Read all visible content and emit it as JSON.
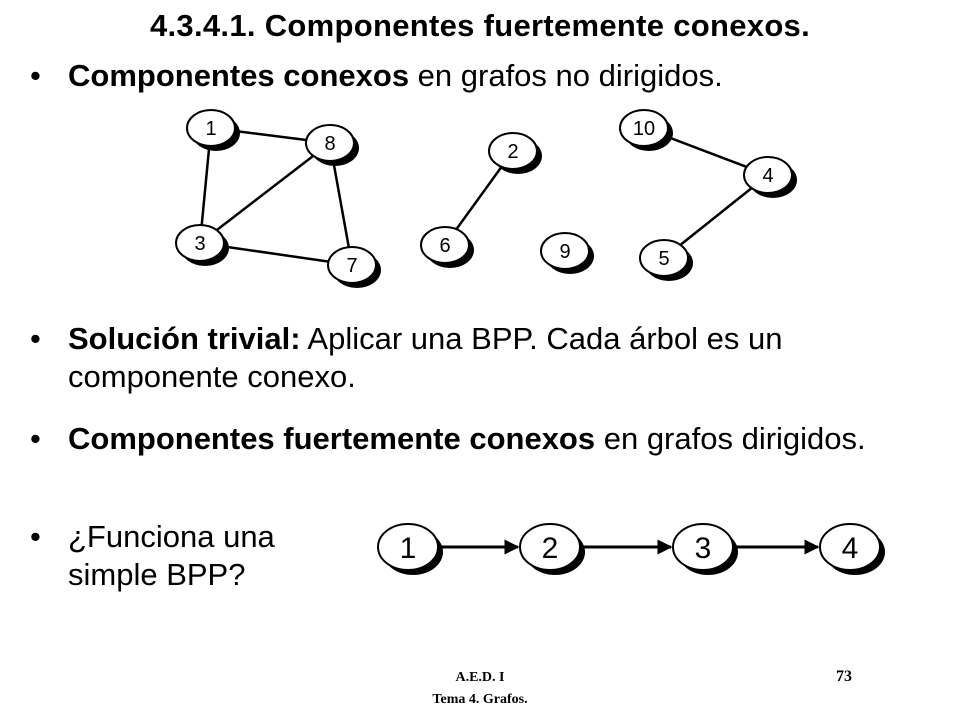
{
  "title": "4.3.4.1. Componentes fuertemente conexos.",
  "bullet_char": "•",
  "bullets": {
    "b1": {
      "bold": "Componentes conexos",
      "rest": " en grafos no dirigidos."
    },
    "b2": {
      "bold": "Solución trivial:",
      "rest": " Aplicar una BPP. Cada árbol es un componente conexo."
    },
    "b3": {
      "bold": "Componentes fuertemente conexos",
      "rest": " en grafos dirigidos."
    },
    "b4": {
      "text": "¿Funciona una simple BPP?"
    }
  },
  "undirected_graph": {
    "nodes": [
      "1",
      "8",
      "3",
      "7",
      "2",
      "6",
      "9",
      "10",
      "4",
      "5"
    ],
    "edges": [
      [
        "1",
        "8"
      ],
      [
        "1",
        "3"
      ],
      [
        "8",
        "3"
      ],
      [
        "8",
        "7"
      ],
      [
        "3",
        "7"
      ],
      [
        "2",
        "6"
      ],
      [
        "10",
        "4"
      ],
      [
        "4",
        "5"
      ]
    ]
  },
  "directed_graph": {
    "nodes": [
      "1",
      "2",
      "3",
      "4"
    ],
    "edges": [
      [
        "1",
        "2"
      ],
      [
        "2",
        "3"
      ],
      [
        "3",
        "4"
      ]
    ]
  },
  "footer": {
    "course": "A.E.D. I",
    "topic": "Tema 4. Grafos.",
    "page": "73"
  }
}
